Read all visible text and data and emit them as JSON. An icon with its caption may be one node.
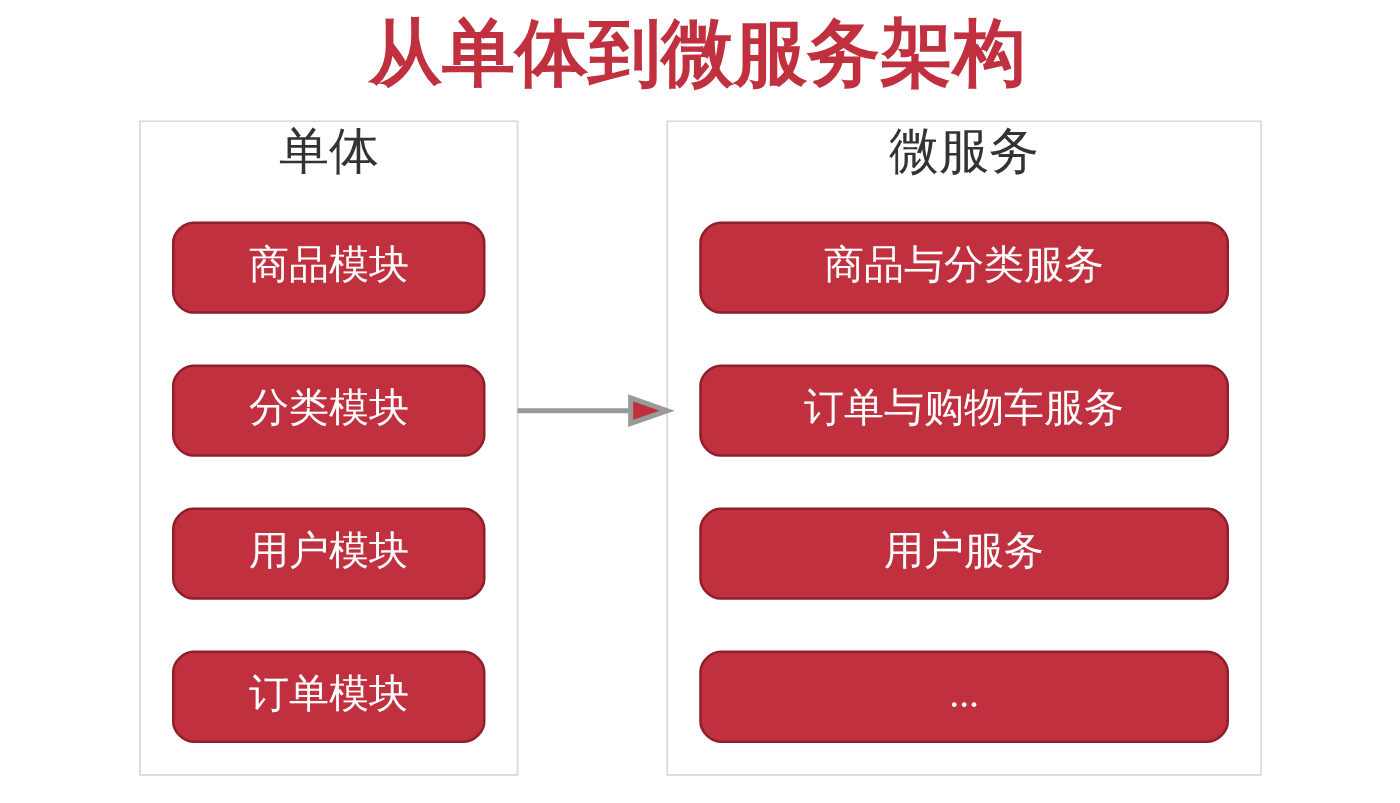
{
  "diagram": {
    "title": "从单体到微服务架构",
    "nodes": [
      {
        "text": [
          "单体"
        ]
      },
      {
        "text": [
          "商品模块"
        ],
        "in": 0
      },
      {
        "text": [
          "分类模块"
        ],
        "in": 0
      },
      {
        "text": [
          "用户模块"
        ],
        "in": 0
      },
      {
        "text": [
          "订单模块"
        ],
        "in": 0
      },
      {
        "text": [
          "微服务"
        ]
      },
      {
        "text": [
          "商品与分类服务"
        ],
        "in": 5
      },
      {
        "text": [
          "订单与购物车服务"
        ],
        "in": 5
      },
      {
        "text": [
          "用户服务"
        ],
        "in": 5
      },
      {
        "text": [
          "..."
        ],
        "in": 5
      }
    ],
    "edges": [
      {
        "from": 0,
        "to": 5,
        "arrow": "to"
      }
    ]
  }
}
